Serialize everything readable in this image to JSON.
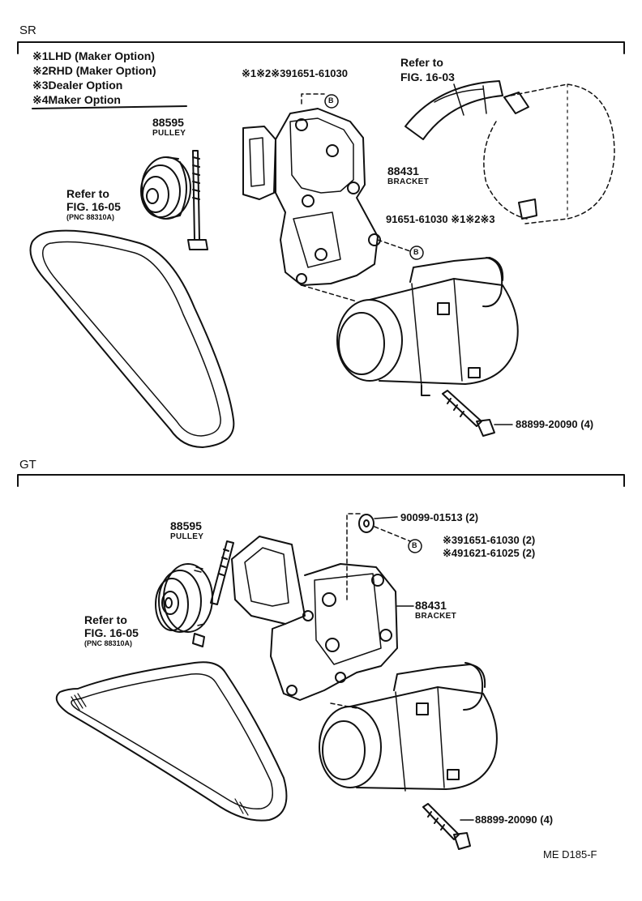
{
  "sections": {
    "sr": {
      "label": "SR"
    },
    "gt": {
      "label": "GT"
    }
  },
  "legend": [
    "※1LHD (Maker Option)",
    "※2RHD (Maker Option)",
    "※3Dealer Option",
    "※4Maker Option"
  ],
  "sr": {
    "pulley_number": "88595",
    "pulley_name": "PULLEY",
    "belt_ref_1": "Refer to",
    "belt_ref_2": "FIG. 16-05",
    "belt_ref_3": "(PNC 88310A)",
    "bolt_top_label": "※1※2※391651-61030",
    "alt_ref_1": "Refer to",
    "alt_ref_2": "FIG. 16-03",
    "bracket_number": "88431",
    "bracket_name": "BRACKET",
    "bolt_mid_label": "91651-61030 ※1※2※3",
    "compressor_bolt_label": "88899-20090 (4)",
    "callout_letter": "B"
  },
  "gt": {
    "pulley_number": "88595",
    "pulley_name": "PULLEY",
    "belt_ref_1": "Refer to",
    "belt_ref_2": "FIG. 16-05",
    "belt_ref_3": "(PNC 88310A)",
    "washer_label": "90099-01513 (2)",
    "bolt_a_label": "※391651-61030 (2)",
    "bolt_b_label": "※491621-61025 (2)",
    "bracket_number": "88431",
    "bracket_name": "BRACKET",
    "compressor_bolt_label": "88899-20090 (4)",
    "callout_letter": "B"
  },
  "footer": {
    "code": "ME  D185-F"
  }
}
